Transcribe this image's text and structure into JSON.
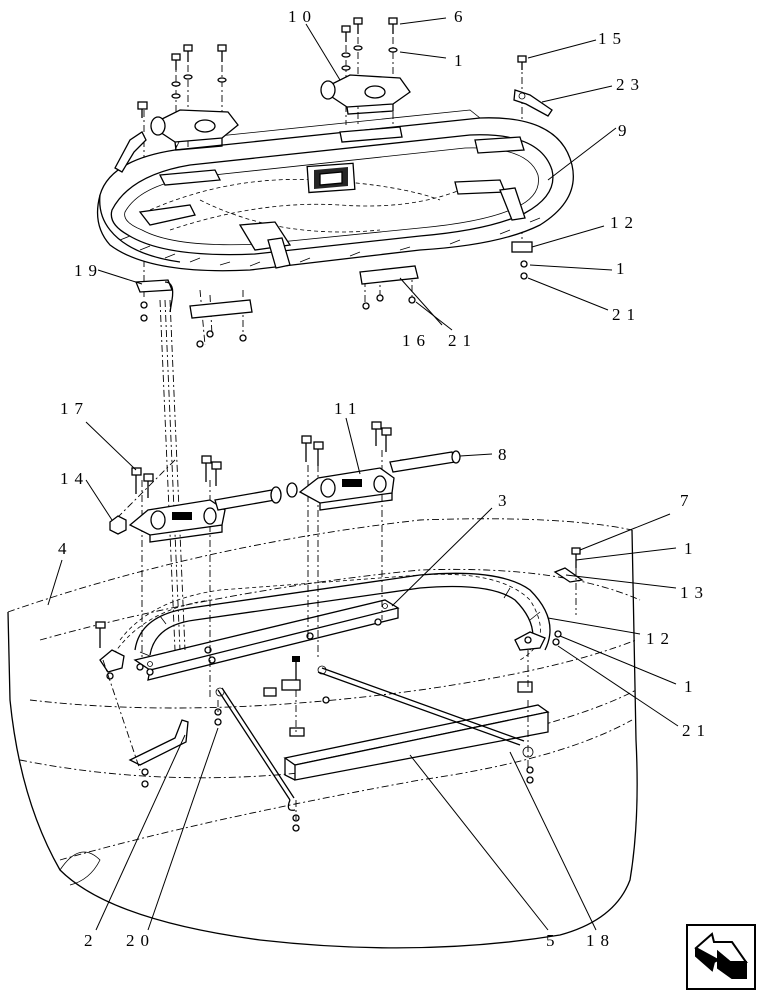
{
  "callouts": [
    {
      "id": "c-10a",
      "text": "10"
    },
    {
      "id": "c-6",
      "text": "6"
    },
    {
      "id": "c-1a",
      "text": "1"
    },
    {
      "id": "c-15",
      "text": "15"
    },
    {
      "id": "c-23",
      "text": "23"
    },
    {
      "id": "c-9",
      "text": "9"
    },
    {
      "id": "c-12a",
      "text": "12"
    },
    {
      "id": "c-1b",
      "text": "1"
    },
    {
      "id": "c-21a",
      "text": "21"
    },
    {
      "id": "c-19",
      "text": "19"
    },
    {
      "id": "c-16",
      "text": "16"
    },
    {
      "id": "c-21b",
      "text": "21"
    },
    {
      "id": "c-17",
      "text": "17"
    },
    {
      "id": "c-11",
      "text": "11"
    },
    {
      "id": "c-8",
      "text": "8"
    },
    {
      "id": "c-14",
      "text": "14"
    },
    {
      "id": "c-3",
      "text": "3"
    },
    {
      "id": "c-7",
      "text": "7"
    },
    {
      "id": "c-4",
      "text": "4"
    },
    {
      "id": "c-1c",
      "text": "1"
    },
    {
      "id": "c-13",
      "text": "13"
    },
    {
      "id": "c-12b",
      "text": "12"
    },
    {
      "id": "c-1d",
      "text": "1"
    },
    {
      "id": "c-21c",
      "text": "21"
    },
    {
      "id": "c-2",
      "text": "2"
    },
    {
      "id": "c-20",
      "text": "20"
    },
    {
      "id": "c-5",
      "text": "5"
    },
    {
      "id": "c-18",
      "text": "18"
    }
  ],
  "nav": {
    "icon": "previous-page-arrow-icon"
  }
}
